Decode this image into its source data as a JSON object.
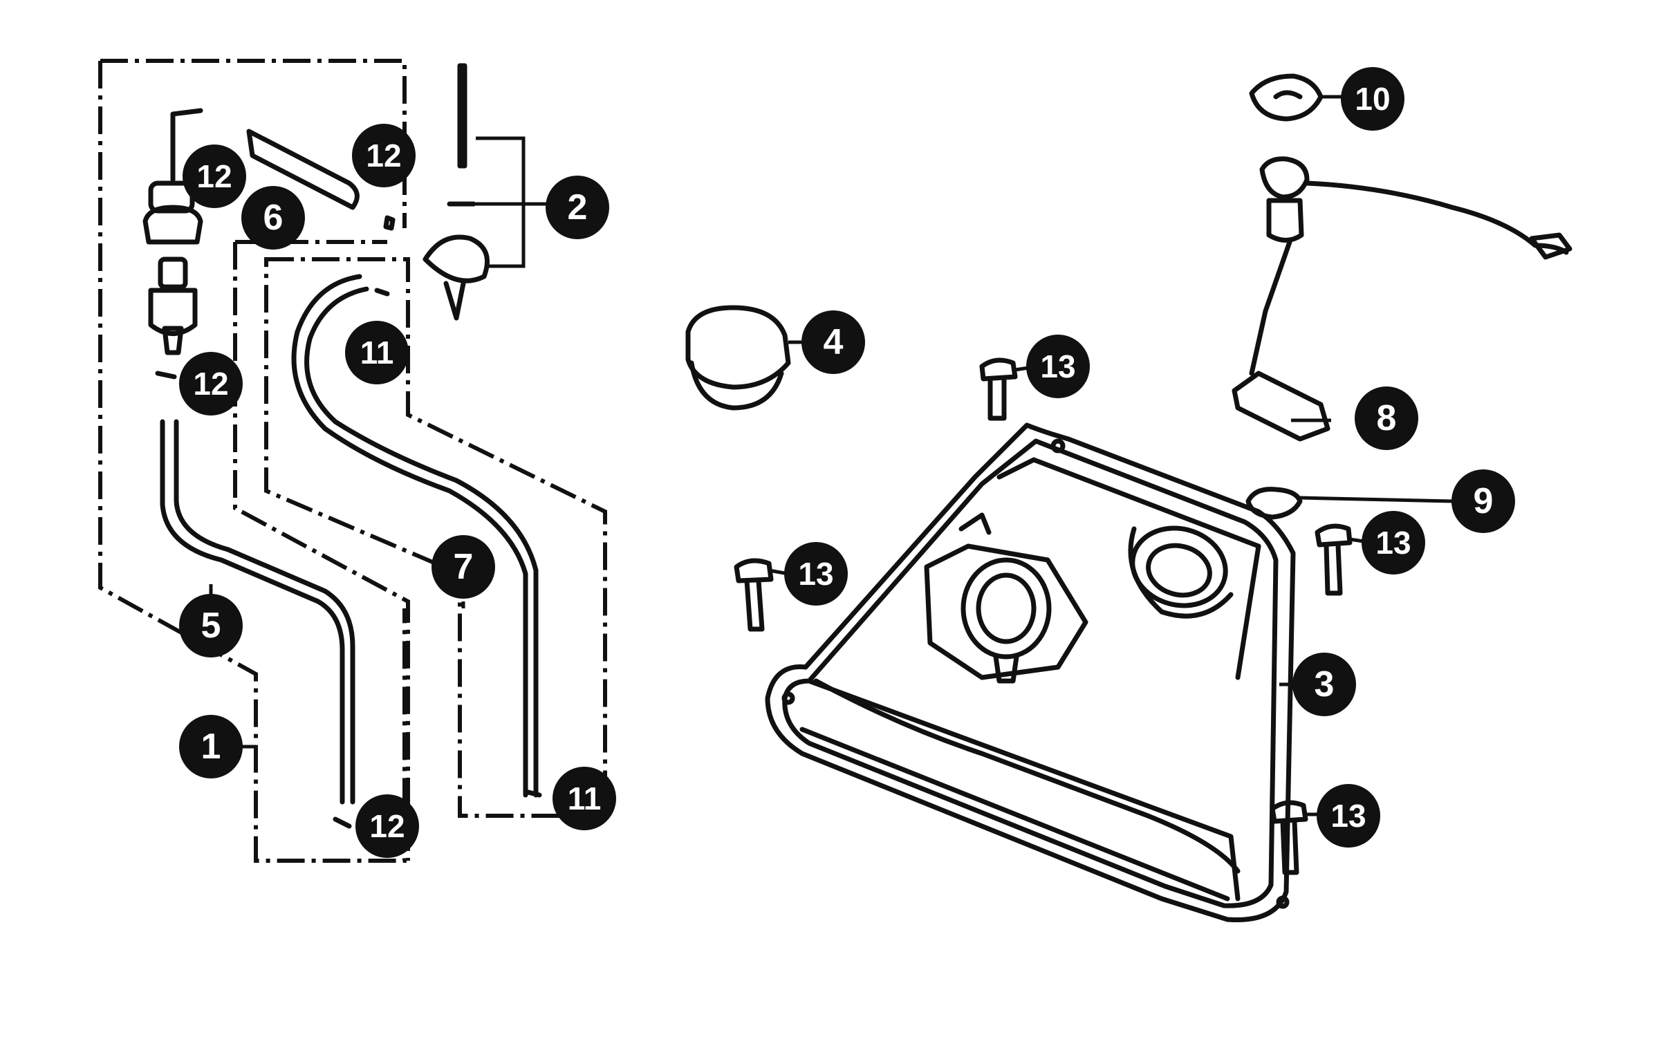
{
  "diagram": {
    "kind": "exploded-parts-diagram",
    "subject_icon": "fuel-tank-assembly",
    "line_color": "#111111",
    "background": "#ffffff",
    "callouts": [
      {
        "id": "c1",
        "label": "1"
      },
      {
        "id": "c2",
        "label": "2"
      },
      {
        "id": "c3",
        "label": "3"
      },
      {
        "id": "c4",
        "label": "4"
      },
      {
        "id": "c5",
        "label": "5"
      },
      {
        "id": "c6",
        "label": "6"
      },
      {
        "id": "c7",
        "label": "7"
      },
      {
        "id": "c8",
        "label": "8"
      },
      {
        "id": "c9",
        "label": "9"
      },
      {
        "id": "c10",
        "label": "10"
      },
      {
        "id": "c11a",
        "label": "11"
      },
      {
        "id": "c11b",
        "label": "11"
      },
      {
        "id": "c12a",
        "label": "12"
      },
      {
        "id": "c12b",
        "label": "12"
      },
      {
        "id": "c12c",
        "label": "12"
      },
      {
        "id": "c12d",
        "label": "12"
      },
      {
        "id": "c13a",
        "label": "13"
      },
      {
        "id": "c13b",
        "label": "13"
      },
      {
        "id": "c13c",
        "label": "13"
      },
      {
        "id": "c13d",
        "label": "13"
      }
    ]
  }
}
